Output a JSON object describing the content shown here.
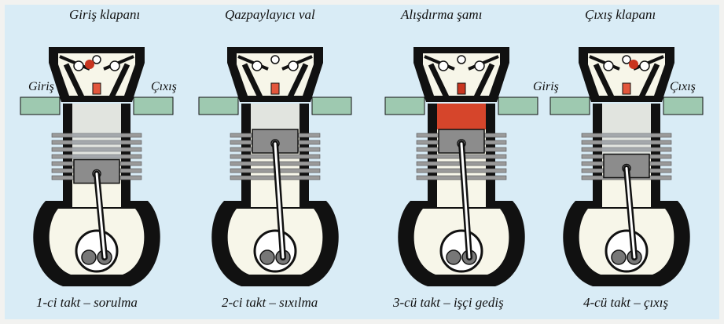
{
  "labels": {
    "intake_valve": "Giriş klapanı",
    "camshaft": "Qazpaylayıcı val",
    "spark_plug": "Alışdırma şamı",
    "exhaust_valve": "Çıxış klapanı",
    "inlet_left": "Giriş",
    "outlet_left": "Çıxış",
    "inlet_right": "Giriş",
    "outlet_right": "Çıxış"
  },
  "captions": [
    "1-ci takt – sorulma",
    "2-ci takt – sıxılma",
    "3-cü takt – işçi gediş",
    "4-cü takt – çıxış"
  ],
  "colors": {
    "panel": "#d9ecf6",
    "engine_body": "#111111",
    "cylinder_fill": "#f7f6e9",
    "fins": "#9a9a9a",
    "port_green": "#9ec9b0",
    "hot_chamber": "#d6452b",
    "accent_red": "#c8351f"
  },
  "strokes": [
    {
      "piston_level": 0.85,
      "chamber": "cool",
      "intake_open": true,
      "exhaust_open": false,
      "spark": false
    },
    {
      "piston_level": 0.3,
      "chamber": "cool",
      "intake_open": false,
      "exhaust_open": false,
      "spark": false
    },
    {
      "piston_level": 0.3,
      "chamber": "hot",
      "intake_open": false,
      "exhaust_open": false,
      "spark": true
    },
    {
      "piston_level": 0.75,
      "chamber": "cool",
      "intake_open": false,
      "exhaust_open": true,
      "spark": false
    }
  ]
}
